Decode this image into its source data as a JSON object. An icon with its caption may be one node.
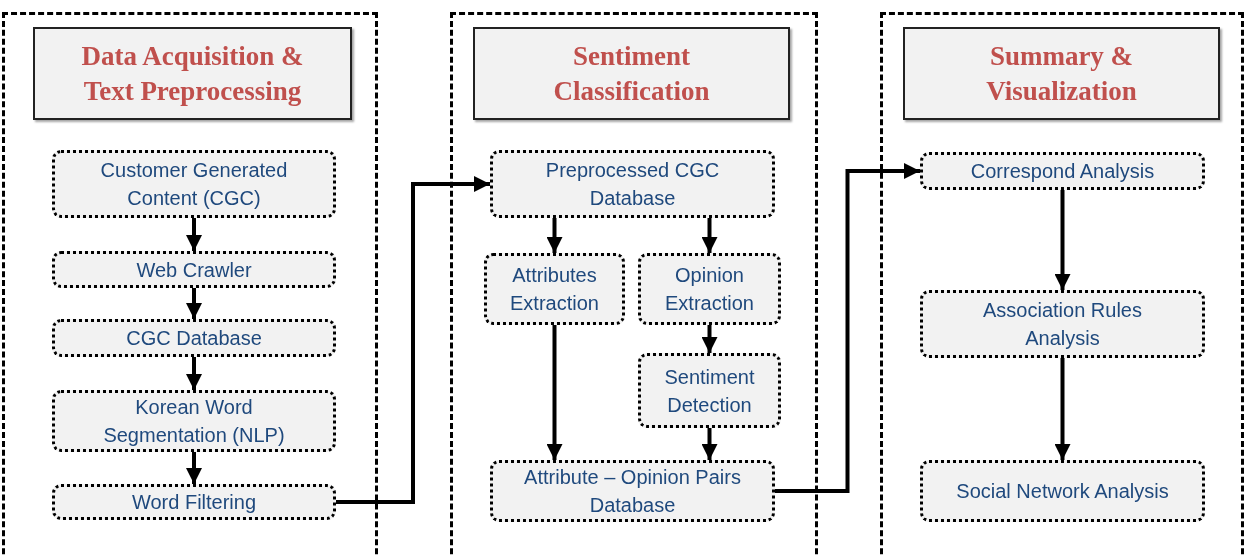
{
  "diagram": {
    "nodes": [
      {
        "text": [],
        "shape": "box"
      },
      {
        "text": [
          "Data Acquisition & Text Preprocessing"
        ],
        "in": 0
      },
      {
        "text": [
          "Customer Generated Content (CGC)"
        ],
        "in": 0
      },
      {
        "text": [
          "Web Crawler"
        ],
        "in": 0
      },
      {
        "text": [
          "CGC Database"
        ],
        "in": 0
      },
      {
        "text": [
          "Korean Word Segmentation (NLP)"
        ],
        "in": 0
      },
      {
        "text": [
          "Word Filtering"
        ],
        "in": 0
      },
      {
        "text": [],
        "shape": "box"
      },
      {
        "text": [
          "Sentiment Classification"
        ],
        "in": 7
      },
      {
        "text": [
          "Preprocessed CGC Database"
        ],
        "in": 7
      },
      {
        "text": [
          "Attributes Extraction"
        ],
        "in": 7
      },
      {
        "text": [
          "Opinion Extraction"
        ],
        "in": 7
      },
      {
        "text": [
          "Sentiment Detection"
        ],
        "in": 7
      },
      {
        "text": [
          "Attribute – Opinion Pairs Database"
        ],
        "in": 7
      },
      {
        "text": [],
        "shape": "box"
      },
      {
        "text": [
          "Summary & Visualization"
        ],
        "in": 14
      },
      {
        "text": [
          "Correspond Analysis"
        ],
        "in": 14
      },
      {
        "text": [
          "Association Rules Analysis"
        ],
        "in": 14
      },
      {
        "text": [
          "Social Network Analysis"
        ],
        "in": 14
      }
    ],
    "edges": [
      {
        "from": 2,
        "to": 3,
        "arrow": "to"
      },
      {
        "from": 3,
        "to": 4,
        "arrow": "to"
      },
      {
        "from": 4,
        "to": 5,
        "arrow": "to"
      },
      {
        "from": 5,
        "to": 6,
        "arrow": "to"
      },
      {
        "from": 6,
        "to": 9,
        "arrow": "to"
      },
      {
        "from": 9,
        "to": 10,
        "arrow": "to"
      },
      {
        "from": 9,
        "to": 11,
        "arrow": "to"
      },
      {
        "from": 11,
        "to": 12,
        "arrow": "to"
      },
      {
        "from": 10,
        "to": 13,
        "arrow": "to"
      },
      {
        "from": 12,
        "to": 13,
        "arrow": "to"
      },
      {
        "from": 13,
        "to": 16,
        "arrow": "to"
      },
      {
        "from": 16,
        "to": 17,
        "arrow": "to"
      },
      {
        "from": 17,
        "to": 18,
        "arrow": "to"
      }
    ]
  }
}
